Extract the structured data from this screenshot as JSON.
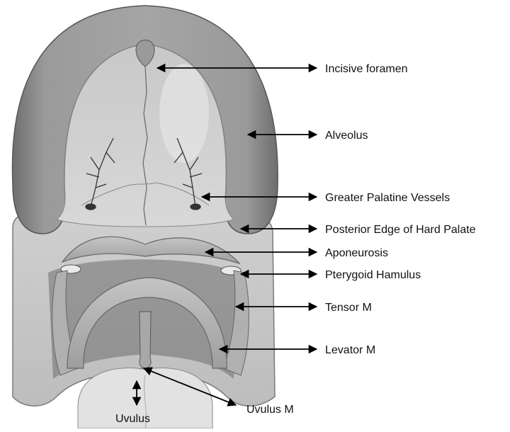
{
  "labels": {
    "incisive_foramen": "Incisive foramen",
    "alveolus": "Alveolus",
    "greater_palatine_vessels": "Greater Palatine Vessels",
    "posterior_edge": "Posterior Edge of Hard Palate",
    "aponeurosis": "Aponeurosis",
    "pterygoid_hamulus": "Pterygoid Hamulus",
    "tensor_m": "Tensor M",
    "levator_m": "Levator M",
    "uvulus": "Uvulus",
    "uvulus_m": "Uvulus M"
  },
  "colors": {
    "alveolus": "#8a8a8a",
    "palate": "#d2d2d2",
    "muscle": "#b5b5b5",
    "arrow": "#000000"
  }
}
